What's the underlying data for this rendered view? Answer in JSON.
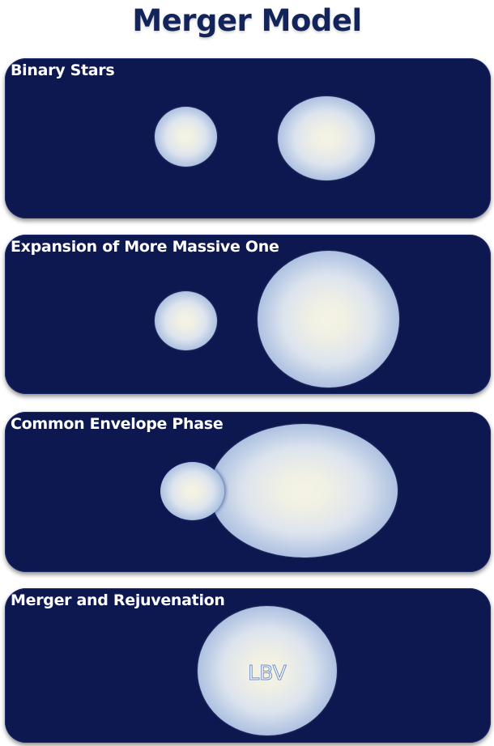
{
  "title": "Merger Model",
  "panels": [
    {
      "label": "Binary Stars"
    },
    {
      "label": "Expansion of More Massive One"
    },
    {
      "label": "Common Envelope Phase"
    },
    {
      "label": "Merger and Rejuvenation",
      "star_label": "LBV"
    }
  ],
  "colors": {
    "title": "#13245a",
    "panel_background": "#0e1850",
    "star_core": "#f5f3e4",
    "star_edge": "#6f94cf"
  }
}
